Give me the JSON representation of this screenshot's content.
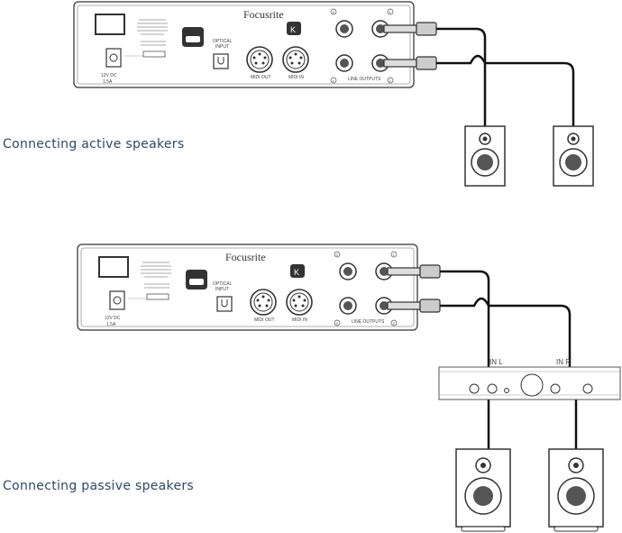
{
  "device": {
    "brand": "Focusrite",
    "optical_label_1": "OPTICAL",
    "optical_label_2": "INPUT",
    "midi_out": "MIDI OUT",
    "midi_in": "MIDI IN",
    "line_outputs": "LINE OUTPUTS",
    "power_1": "12V DC",
    "power_2": "1.5A",
    "k_logo": "K",
    "jack_numbers": [
      "1",
      "2",
      "3",
      "4"
    ]
  },
  "amplifier": {
    "in_left": "IN L",
    "in_right": "IN R"
  },
  "captions": {
    "active": "Connecting active speakers",
    "passive": "Connecting passive speakers"
  },
  "colors": {
    "caption": "#2b4a6b",
    "line": "#555555",
    "cable": "#111111"
  }
}
